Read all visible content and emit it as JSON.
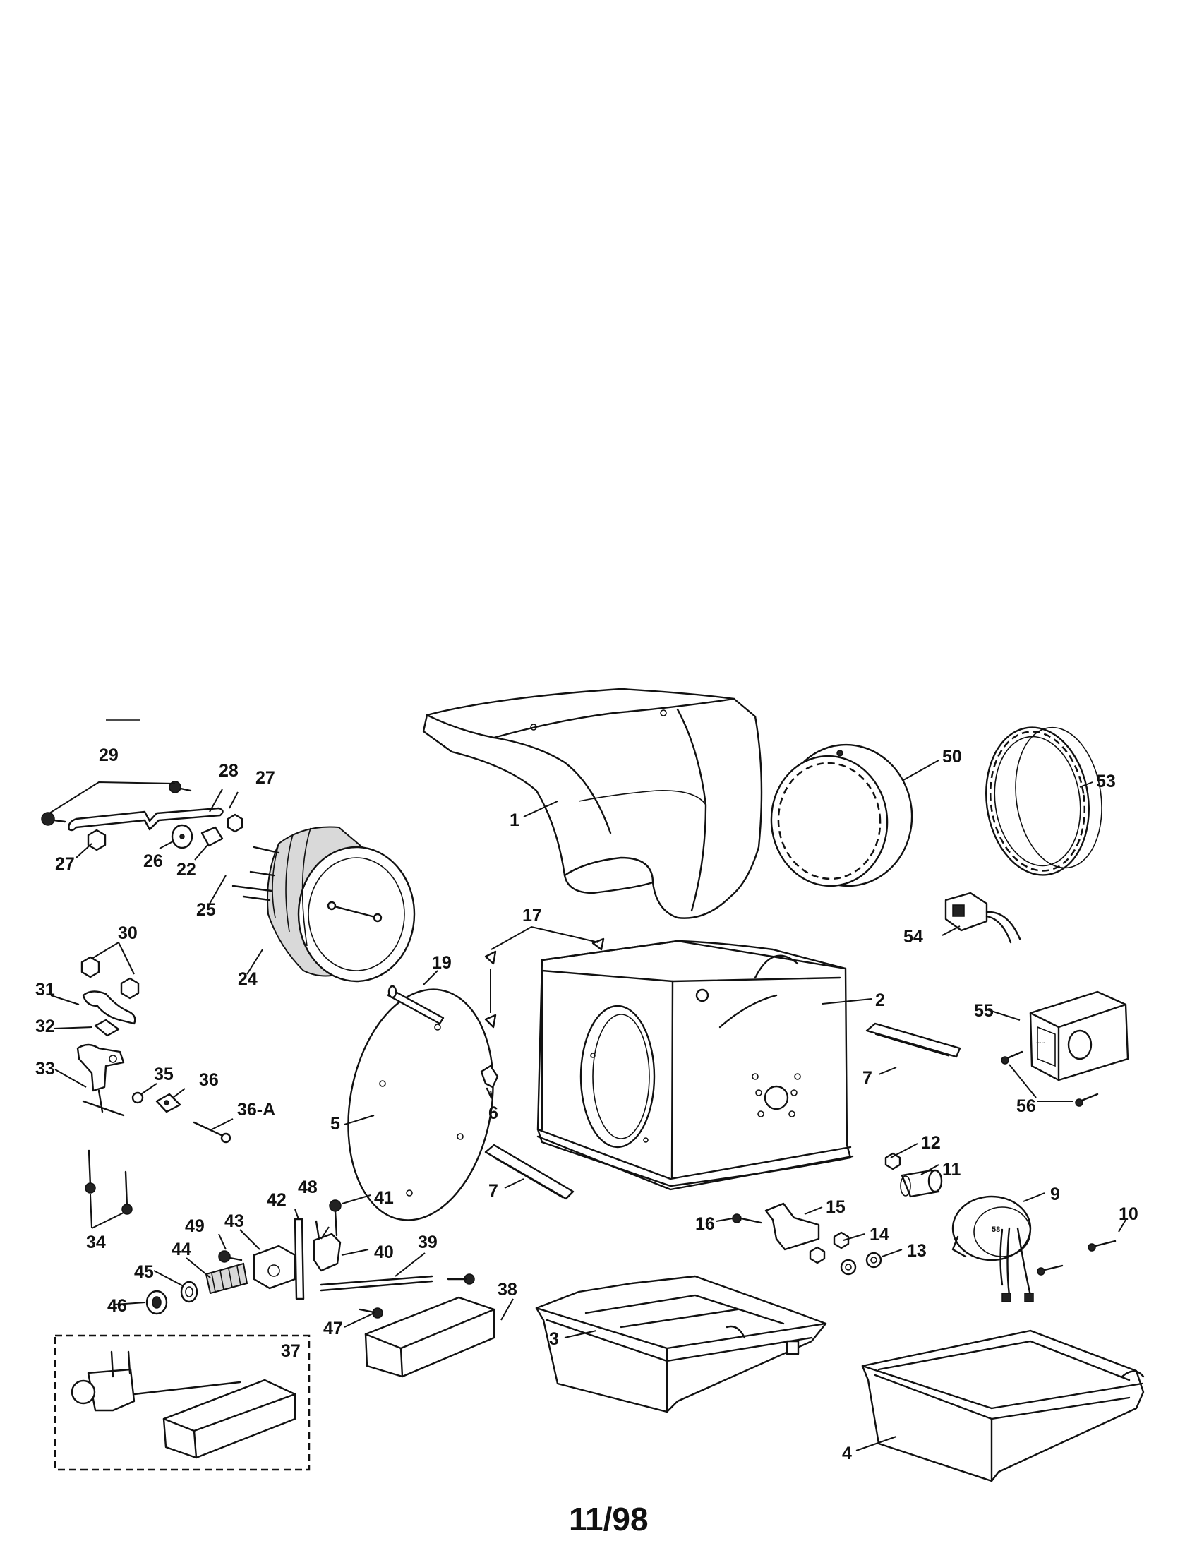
{
  "footer": {
    "date_code": "11/98"
  },
  "callouts": {
    "c1": "1",
    "c2": "2",
    "c3": "3",
    "c4": "4",
    "c5": "5",
    "c6": "6",
    "c7a": "7",
    "c7b": "7",
    "c9": "9",
    "c10": "10",
    "c11": "11",
    "c12": "12",
    "c13": "13",
    "c14": "14",
    "c15": "15",
    "c16": "16",
    "c17": "17",
    "c19": "19",
    "c22": "22",
    "c24": "24",
    "c25": "25",
    "c26": "26",
    "c27a": "27",
    "c27b": "27",
    "c28": "28",
    "c29": "29",
    "c30": "30",
    "c31": "31",
    "c32": "32",
    "c33": "33",
    "c34": "34",
    "c35": "35",
    "c36": "36",
    "c36a": "36-A",
    "c37": "37",
    "c38": "38",
    "c39": "39",
    "c40": "40",
    "c41": "41",
    "c42": "42",
    "c43": "43",
    "c44": "44",
    "c45": "45",
    "c46": "46",
    "c47": "47",
    "c48": "48",
    "c49": "49",
    "c50": "50",
    "c53": "53",
    "c54": "54",
    "c55": "55",
    "c56": "56"
  }
}
